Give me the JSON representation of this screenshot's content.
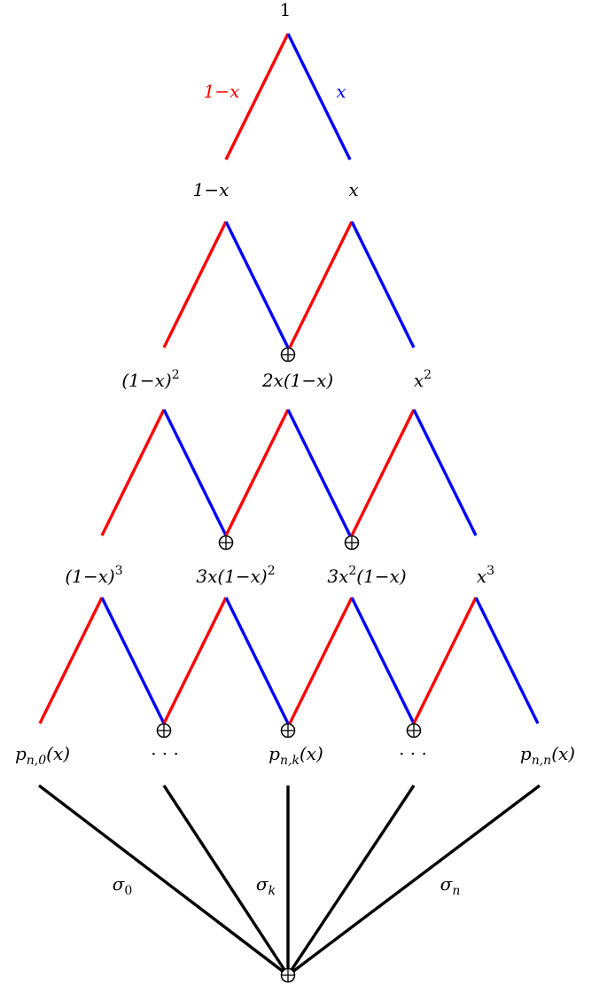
{
  "colors": {
    "left_branch": "#ff0000",
    "right_branch": "#0000ff",
    "weights": "#000000"
  },
  "labels": {
    "root": "1",
    "edge_left": "1−x",
    "edge_right": "x",
    "row1": {
      "a": "1−x",
      "b": "x"
    },
    "row2": {
      "a_base": "(1−x)",
      "a_exp": "2",
      "b": "2x(1−x)",
      "c_base": "x",
      "c_exp": "2"
    },
    "row3": {
      "a_base": "(1−x)",
      "a_exp": "3",
      "b_pre": "3x(1−x)",
      "b_exp": "2",
      "c_pre": "3x",
      "c_exp": "2",
      "c_post": "(1−x)",
      "d_base": "x",
      "d_exp": "3"
    },
    "row4": {
      "p0_p": "p",
      "p0_sub": "n,0",
      "p0_arg": "(x)",
      "dots_left": "· · ·",
      "pk_p": "p",
      "pk_sub": "n,k",
      "pk_arg": "(x)",
      "dots_right": "· · ·",
      "pn_p": "p",
      "pn_sub": "n,n",
      "pn_arg": "(x)"
    },
    "weights": {
      "s0_sym": "σ",
      "s0_sub": "0",
      "sk_sym": "σ",
      "sk_sub": "k",
      "sn_sym": "σ",
      "sn_sub": "n"
    }
  }
}
